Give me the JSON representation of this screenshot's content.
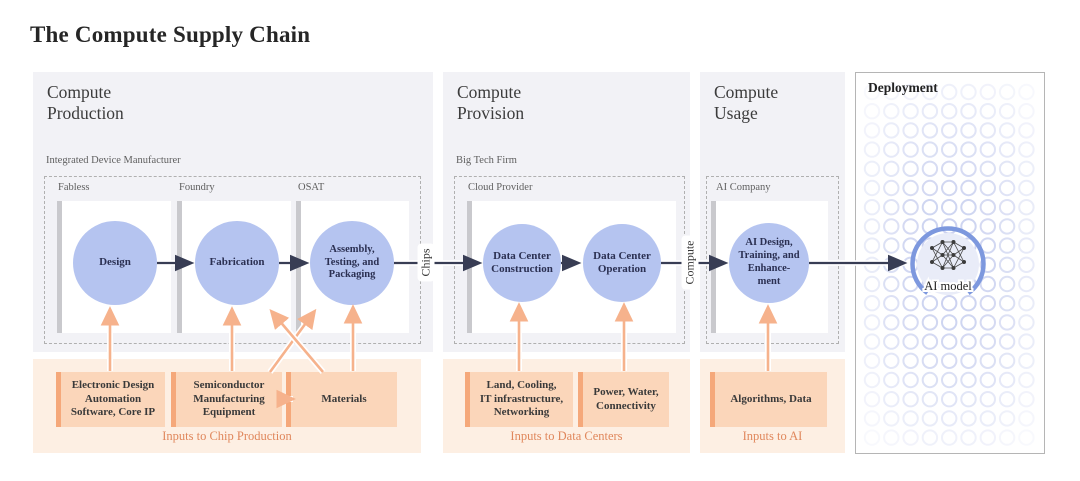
{
  "title": "The Compute Supply Chain",
  "sections": {
    "production": {
      "heading": "Compute\nProduction",
      "org_label": "Integrated Device Manufacturer",
      "stages": [
        {
          "role": "Fabless",
          "node": "Design"
        },
        {
          "role": "Foundry",
          "node": "Fabrication"
        },
        {
          "role": "OSAT",
          "node": "Assembly,\nTesting, and\nPackaging"
        }
      ]
    },
    "provision": {
      "heading": "Compute\nProvision",
      "org_label": "Big Tech Firm",
      "sub_org_label": "Cloud Provider",
      "nodes": [
        "Data Center\nConstruction",
        "Data Center\nOperation"
      ]
    },
    "usage": {
      "heading": "Compute\nUsage",
      "sub_org_label": "AI Company",
      "node": "AI Design,\nTraining, and\nEnhance-\nment"
    },
    "deployment": {
      "heading": "Deployment",
      "node": "AI model"
    }
  },
  "flow_labels": {
    "chips": "Chips",
    "compute": "Compute"
  },
  "inputs": {
    "chip": {
      "boxes": [
        "Electronic Design\nAutomation\nSoftware, Core IP",
        "Semiconductor\nManufacturing\nEquipment",
        "Materials"
      ],
      "caption": "Inputs to Chip Production"
    },
    "datacenter": {
      "boxes": [
        "Land, Cooling,\nIT infrastructure,\nNetworking",
        "Power, Water,\nConnectivity"
      ],
      "caption": "Inputs to Data Centers"
    },
    "ai": {
      "boxes": [
        "Algorithms, Data"
      ],
      "caption": "Inputs to AI"
    }
  },
  "colors": {
    "panel_gray": "#f2f2f6",
    "node_blue": "#b5c4f0",
    "node_text": "#2b3052",
    "dark_arrow": "#383d54",
    "orange_arrow": "#f6b28c",
    "orange_panel": "#fdefe3",
    "orange_box": "#fbd6ba",
    "orange_accent": "#f5a87a",
    "caption_orange": "#e0875c",
    "deployment_ring": "#7b8cd8",
    "ai_model_arc": "#7d98de"
  }
}
